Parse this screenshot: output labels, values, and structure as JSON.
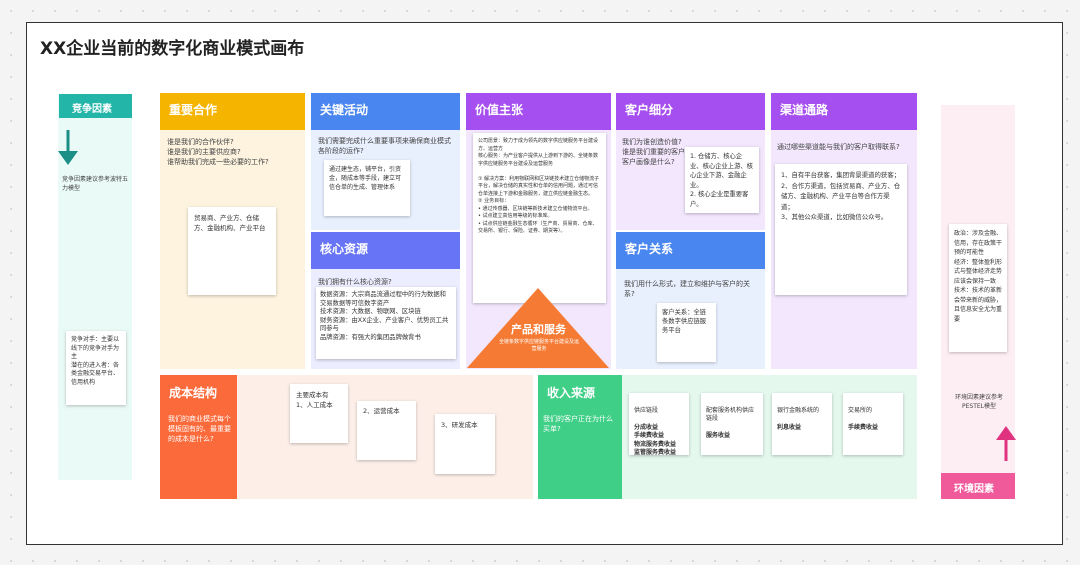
{
  "title": "XX企业当前的数字化商业模式画布",
  "competition": {
    "label": "竞争因素",
    "hint": "竞争因素建议参考波特五力模型",
    "note": "竞争对手：主要以线下的竞争对手为主\n潜在的进入者：各类金融交易平台、信用机构"
  },
  "environment": {
    "label": "环境因素",
    "hint": "环境因素建议参考PESTEL模型",
    "note": "政治：涉及金融、信用，存在政策干预的可能性\n经济：整体盈利形式与整体经济走势应该会保持一致\n技术：技术的革新会带来新的威胁，且信息安全尤为重要"
  },
  "key_partners": {
    "title": "重要合作",
    "question": "谁是我们的合作伙伴?\n谁是我们的主要供应商?\n谁帮助我们完成一些必要的工作?",
    "note": "贸易商、产业方、仓储方、金融机构、产业平台"
  },
  "key_activities": {
    "title": "关键活动",
    "question": "我们需要完成什么重要事项来确保商业模式各阶段的运作?",
    "note": "通过建生态，铺平台，引资金，随成本等手段，建立可信仓单的生成、管理体系"
  },
  "key_resources": {
    "title": "核心资源",
    "question": "我们拥有什么核心资源?",
    "note": "数据资源：大宗商品流通过程中的行为数据和交易数据等可信数字资产\n技术资源：大数据、物联网、区块链\n财务资源：由XX企业、产业客户、优势员工共同参与\n品牌资源：有强大的集团品牌做背书"
  },
  "value_prop": {
    "title": "价值主张",
    "note": "公司愿景：致力于成为领先的数字供应链服务平台建设方、运营方\n核心服务：为产业客户提供从上游到下游的、全链条数字供应链服务平台建设及运营服务\n\n① 解决方案：利用物联网和区块链技术建立仓储物流子平台，解决仓储的真实性和仓单的信用问题，通过可信仓单连接上下游和金融服务，建立供应链金融生态。\n② 业务目标：\n• 通过传感器、区块链等新技术建立仓储物流平台。\n• 试点建立高信用等级的标准库。\n• 试点供应链金融生态循环（生产商、贸易商、仓库、交易所、银行、保险、证券、期货等）。",
    "products_title": "产品和服务",
    "products_sub": "全链条数字供应链服务平台建设及运营服务"
  },
  "relationships": {
    "title": "客户关系",
    "question": "我们用什么形式，建立和维护与客户的关系?",
    "note": "客户关系：全链条数字供应链服务平台"
  },
  "segments": {
    "title": "客户细分",
    "question": "我们为谁创造价值?\n谁是我们重要的客户?\n客户画像是什么?",
    "note": "1. 仓储方、核心企业、核心企业上游、核心企业下游、金融企业。\n2. 核心企业是重要客户。"
  },
  "channels": {
    "title": "渠道通路",
    "question": "通过哪些渠道能与我们的客户取得联系?",
    "note": "1、自有平台获客，集团背景渠道的获客；\n2、合作方渠道，包括贸易商、产业方、仓储方、金融机构、产业平台等合作方渠道；\n3、其他公众渠道，比如微信公众号。"
  },
  "cost": {
    "title": "成本结构",
    "question": "我们的商业模式每个模板固有的、最重要的成本是什么?",
    "notes": [
      "主要成本有\n1、人工成本",
      "2、运营成本",
      "3、研发成本"
    ]
  },
  "revenue": {
    "title": "收入来源",
    "question": "我们的客户正在为什么买单?",
    "notes": [
      {
        "head": "供应链段",
        "bold": "分成收益\n手续费收益\n物流服务费收益\n监管服务费收益"
      },
      {
        "head": "配套服务机构供应链段",
        "bold": "服务收益"
      },
      {
        "head": "银行金融系统的",
        "bold": "利息收益"
      },
      {
        "head": "交易所的",
        "bold": "手续费收益"
      }
    ]
  },
  "colors": {
    "partners": "#f5b400",
    "activities": "#4a86f0",
    "resources": "#6674f5",
    "value": "#a64ff0",
    "relationships": "#4a86f0",
    "segments": "#a64ff0",
    "channels": "#a64ff0",
    "cost": "#fb6a3a",
    "revenue": "#3fcf86",
    "competition": "#22b5a8",
    "environment": "#f05a9b",
    "triangle": "#f57b34"
  }
}
